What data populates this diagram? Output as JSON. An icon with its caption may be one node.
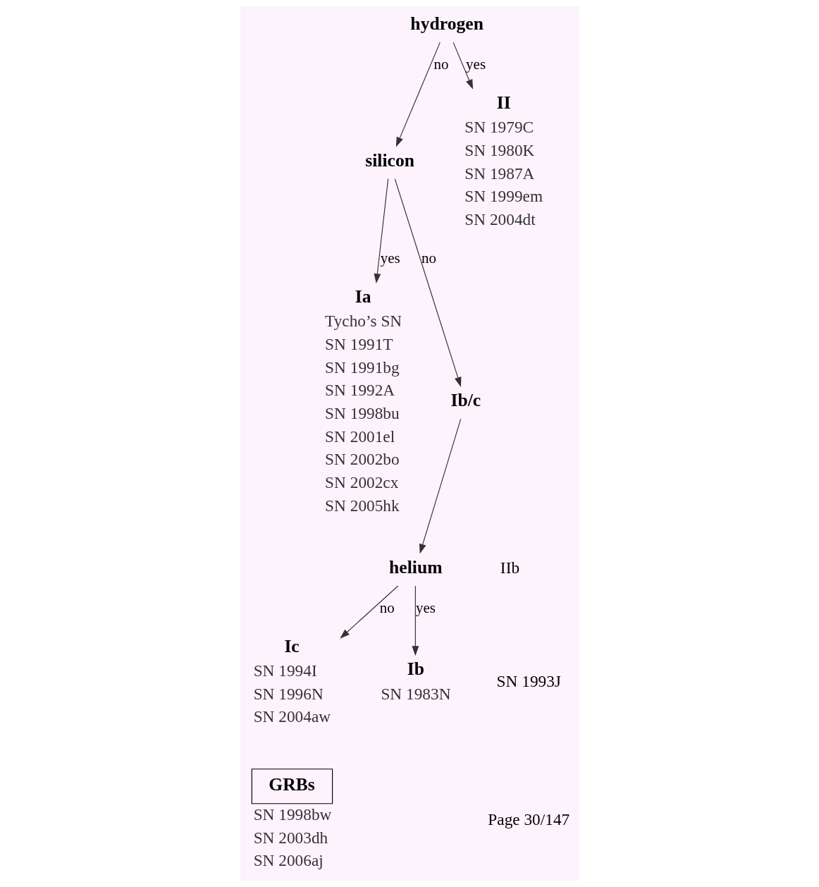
{
  "diagram": {
    "nodes": [
      {
        "text": [
          "hydrogen"
        ]
      },
      {
        "text": [
          "silicon"
        ]
      },
      {
        "text": [
          "Ia"
        ],
        "beside": [
          "Tycho’s SN",
          "SN 1991T",
          "SN 1991bg",
          "SN 1992A",
          "SN 1998bu",
          "SN 2001el",
          "SN 2002bo",
          "SN 2002cx",
          "SN 2005hk"
        ]
      },
      {
        "text": [
          "Ib/c"
        ]
      },
      {
        "text": [
          "II"
        ],
        "beside": [
          "SN 1979C",
          "SN 1980K",
          "SN 1987A",
          "SN 1999em",
          "SN 2004dt"
        ]
      },
      {
        "text": [
          "helium"
        ]
      },
      {
        "text": [
          "Ic"
        ],
        "beside": [
          "SN 1994I",
          "SN 1996N",
          "SN 2004aw"
        ]
      },
      {
        "text": [
          "Ib"
        ],
        "beside": [
          "SN 1983N"
        ]
      },
      {
        "text": [
          "GRBs"
        ],
        "beside": [
          "SN 1998bw",
          "SN 2003dh",
          "SN 2006aj"
        ]
      }
    ],
    "edges": [
      {
        "from": 0,
        "to": 1,
        "arrow": "to",
        "label": "no"
      },
      {
        "from": 0,
        "to": 4,
        "arrow": "to",
        "label": "yes"
      },
      {
        "from": 1,
        "to": 2,
        "arrow": "to",
        "label": "yes"
      },
      {
        "from": 1,
        "to": 3,
        "arrow": "to",
        "label": "no"
      },
      {
        "from": 3,
        "to": 5,
        "arrow": "to"
      },
      {
        "from": 5,
        "to": 6,
        "arrow": "to",
        "label": "no"
      },
      {
        "from": 5,
        "to": 7,
        "arrow": "to",
        "label": "yes"
      }
    ],
    "labels": [
      "IIb",
      "SN 1993J",
      "Page 30/147"
    ]
  }
}
